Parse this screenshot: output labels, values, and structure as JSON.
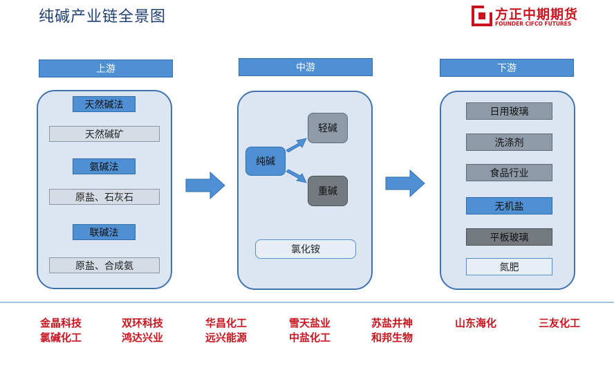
{
  "title": "纯碱产业链全景图",
  "logo": {
    "cn": "方正中期期货",
    "en": "FOUNDER CIFCO FUTURES",
    "brand_color": "#c8141e"
  },
  "headers": {
    "upstream": "上游",
    "midstream": "中游",
    "downstream": "下游"
  },
  "upstream": {
    "items": [
      "天然碱法",
      "天然碱矿",
      "氨碱法",
      "原盐、石灰石",
      "联碱法",
      "原盐、合成氨"
    ]
  },
  "midstream": {
    "source": "纯碱",
    "light": "轻碱",
    "heavy": "重碱",
    "byproduct": "氯化铵"
  },
  "downstream": {
    "items": [
      "日用玻璃",
      "洗涤剂",
      "食品行业",
      "无机盐",
      "平板玻璃",
      "氮肥"
    ]
  },
  "companies": [
    {
      "line1": "金晶科技",
      "line2": "氯碱化工"
    },
    {
      "line1": "双环科技",
      "line2": "鸿达兴业"
    },
    {
      "line1": "华昌化工",
      "line2": "远兴能源"
    },
    {
      "line1": "雪天盐业",
      "line2": "中盐化工"
    },
    {
      "line1": "苏盐井神",
      "line2": "和邦生物"
    },
    {
      "line1": "山东海化",
      "line2": ""
    },
    {
      "line1": "三友化工",
      "line2": ""
    }
  ],
  "colors": {
    "panel_fill": "#dce6f2",
    "panel_border": "#3f73b0",
    "header_fill": "#4f8fd4",
    "arrow": "#4f8fd4",
    "company_text": "#c8141e"
  }
}
